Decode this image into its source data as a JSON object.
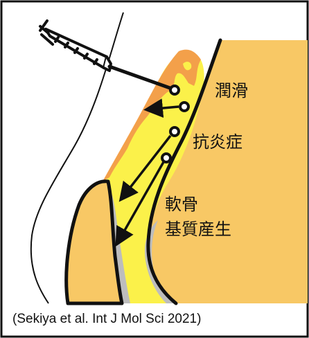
{
  "labels": {
    "lubrication": "潤滑",
    "anti_inflammatory": "抗炎症",
    "cartilage_line1": "軟骨",
    "cartilage_line2": "基質産生"
  },
  "citation": "(Sekiya et al. Int J Mol Sci 2021)",
  "colors": {
    "frame_border": "#111111",
    "bone_tissue": "#f8c865",
    "synovium": "#f3a04a",
    "synovial_fluid": "#fbf14a",
    "cartilage": "#bdbdbd",
    "outline": "#111111"
  },
  "icons": [
    "syringe-icon"
  ]
}
